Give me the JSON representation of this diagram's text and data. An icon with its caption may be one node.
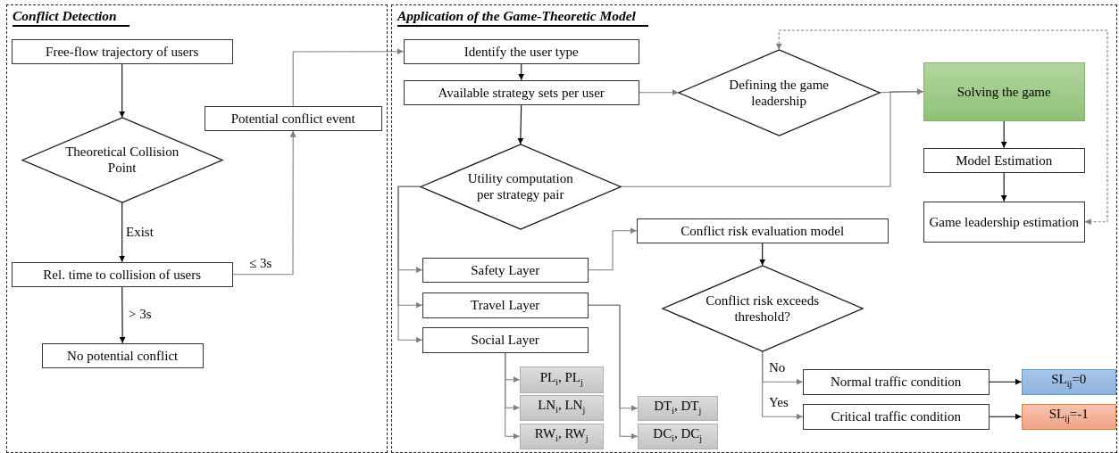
{
  "diagram": {
    "nodes": [
      {
        "text": [
          "Conflict Detection"
        ]
      },
      {
        "text": [
          "Free-flow trajectory of users"
        ],
        "in": 0
      },
      {
        "text": [
          "Theoretical Collision Point"
        ],
        "in": 0
      },
      {
        "text": [
          "Potential conflict event"
        ],
        "in": 0
      },
      {
        "text": [
          "Rel. time to collision of users"
        ],
        "in": 0
      },
      {
        "text": [
          "No potential conflict"
        ],
        "in": 0
      },
      {
        "text": [
          "Application of the Game-Theoretic Model"
        ]
      },
      {
        "text": [
          "Identify the user type"
        ],
        "in": 6
      },
      {
        "text": [
          "Available strategy sets per user"
        ],
        "in": 6
      },
      {
        "text": [
          "Defining the game leadership"
        ],
        "in": 6
      },
      {
        "text": [
          "Solving the game"
        ],
        "in": 6
      },
      {
        "text": [
          "Utility computation per strategy pair"
        ],
        "in": 6
      },
      {
        "text": [
          "Model Estimation"
        ],
        "in": 6
      },
      {
        "text": [
          "Game leadership estimation"
        ],
        "in": 6
      },
      {
        "text": [
          "Conflict risk evaluation model"
        ],
        "in": 6
      },
      {
        "text": [
          "Safety Layer"
        ],
        "in": 6
      },
      {
        "text": [
          "Conflict risk exceeds threshold?"
        ],
        "in": 6
      },
      {
        "text": [
          "Travel Layer"
        ],
        "in": 6
      },
      {
        "text": [
          "Social Layer"
        ],
        "in": 6
      },
      {
        "text": [
          "PL$_{i}$, PL$_{j}$"
        ],
        "in": 6
      },
      {
        "text": [
          "Normal traffic condition"
        ],
        "in": 6
      },
      {
        "text": [
          "SL$_{ij}$=0"
        ],
        "in": 6
      },
      {
        "text": [
          "LN$_{i}$, LN$_{j}$"
        ],
        "in": 6
      },
      {
        "text": [
          "DT$_{i}$, DT$_{j}$"
        ],
        "in": 6
      },
      {
        "text": [
          "Critical traffic condition"
        ],
        "in": 6
      },
      {
        "text": [
          "SL$_{ij}$=-1"
        ],
        "in": 6
      },
      {
        "text": [
          "RW$_{i}$, RW$_{j}$"
        ],
        "in": 6
      },
      {
        "text": [
          "DC$_{i}$, DC$_{j}$"
        ],
        "in": 6
      }
    ],
    "edges": [
      {
        "from": 1,
        "to": 2,
        "arrow": "to",
        "color": "#000000"
      },
      {
        "from": 2,
        "to": 4,
        "arrow": "to",
        "label": "Exist",
        "color": "#000000"
      },
      {
        "from": 4,
        "to": 5,
        "arrow": "to",
        "label": "> 3s",
        "color": "#000000"
      },
      {
        "from": 4,
        "to": 3,
        "arrow": "to",
        "label": "≤ 3s"
      },
      {
        "from": 3,
        "to": 7,
        "arrow": "to"
      },
      {
        "from": 7,
        "to": 8,
        "arrow": "to",
        "color": "#000000"
      },
      {
        "from": 8,
        "to": 9,
        "arrow": "to"
      },
      {
        "from": 8,
        "to": 11,
        "arrow": "to",
        "color": "#000000"
      },
      {
        "from": 9,
        "to": 10,
        "arrow": "to"
      },
      {
        "from": 11,
        "to": 10,
        "arrow": "to"
      },
      {
        "from": 13,
        "to": 9,
        "arrow": "both",
        "style": "dashed"
      },
      {
        "from": 10,
        "to": 12,
        "arrow": "to",
        "color": "#000000"
      },
      {
        "from": 12,
        "to": 13,
        "arrow": "to",
        "color": "#000000"
      },
      {
        "from": 11,
        "to": 15,
        "arrow": "to"
      },
      {
        "from": 11,
        "to": 17,
        "arrow": "to"
      },
      {
        "from": 11,
        "to": 18,
        "arrow": "to"
      },
      {
        "from": 15,
        "to": 14,
        "arrow": "to"
      },
      {
        "from": 14,
        "to": 16,
        "arrow": "to",
        "color": "#000000"
      },
      {
        "from": 16,
        "to": 20,
        "arrow": "to",
        "label": "No"
      },
      {
        "from": 16,
        "to": 24,
        "arrow": "to",
        "label": "Yes"
      },
      {
        "from": 20,
        "to": 21,
        "arrow": "to",
        "color": "#000000"
      },
      {
        "from": 24,
        "to": 25,
        "arrow": "to",
        "color": "#000000"
      },
      {
        "from": 18,
        "to": 19,
        "arrow": "to"
      },
      {
        "from": 18,
        "to": 22,
        "arrow": "to"
      },
      {
        "from": 18,
        "to": 26,
        "arrow": "to"
      },
      {
        "from": 17,
        "to": 23,
        "arrow": "to"
      },
      {
        "from": 17,
        "to": 27,
        "arrow": "to"
      }
    ]
  }
}
